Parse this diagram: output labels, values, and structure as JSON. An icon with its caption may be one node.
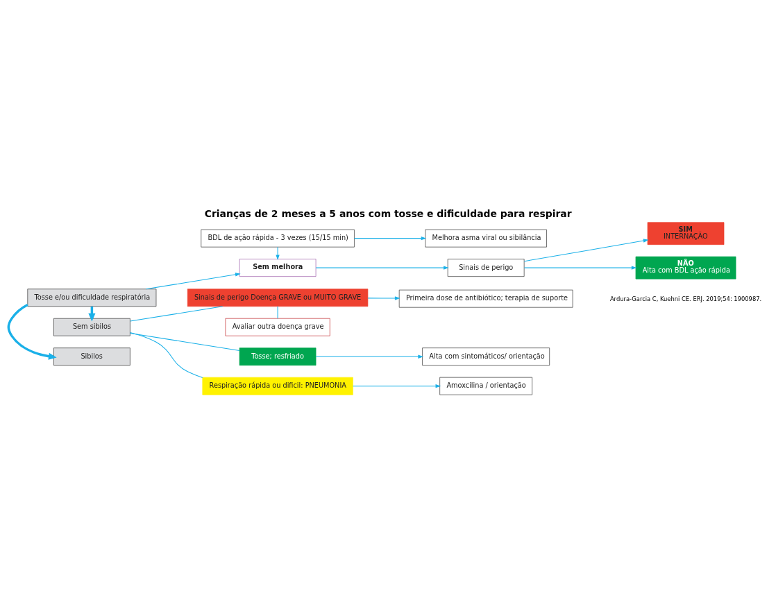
{
  "diagram": {
    "title": "Crianças de 2 meses a 5 anos com tosse e dificuldade para respirar",
    "nodes": [
      {
        "text": [
          "Sibilos"
        ]
      },
      {
        "text": [
          "Tosse e/ou dificuldade respiratória"
        ]
      },
      {
        "text": [
          "Sem sibilos"
        ]
      },
      {
        "text": [
          "BDL de ação rápida - 3 vezes (15/15 min)"
        ]
      },
      {
        "text": [
          "Melhora asma viral ou sibilância"
        ]
      },
      {
        "text": [
          "Sem melhora"
        ]
      },
      {
        "text": [
          "Sinais de perigo"
        ]
      },
      {
        "text": [
          "NÃO",
          "Alta com BDL ação rápida"
        ]
      },
      {
        "text": [
          "SIM",
          "INTERNAÇÃO"
        ]
      },
      {
        "text": [
          "Tosse; resfriado"
        ]
      },
      {
        "text": [
          "Respiração rápida ou dificil: PNEUMONIA"
        ]
      },
      {
        "text": [
          "Sinais de perigo Doença GRAVE ou MUITO GRAVE"
        ]
      },
      {
        "text": [
          "Alta com sintomáticos/ orientação"
        ]
      },
      {
        "text": [
          "Amoxcilina / orientação"
        ]
      },
      {
        "text": [
          "Primeira dose de antibiótico; terapia de suporte"
        ]
      },
      {
        "text": [
          "Avaliar outra doença grave"
        ]
      }
    ],
    "edges": [
      {
        "from": 1,
        "to": 0,
        "arrow": "to",
        "style": "thick"
      },
      {
        "from": 1,
        "to": 2,
        "arrow": "to",
        "style": "thick"
      },
      {
        "from": 1,
        "to": 5,
        "arrow": "to"
      },
      {
        "from": 3,
        "to": 4,
        "arrow": "to"
      },
      {
        "from": 3,
        "to": 5,
        "arrow": "to"
      },
      {
        "from": 5,
        "to": 6,
        "arrow": "to"
      },
      {
        "from": 6,
        "to": 7,
        "arrow": "to"
      },
      {
        "from": 6,
        "to": 8,
        "arrow": "to"
      },
      {
        "from": 2,
        "to": 9,
        "arrow": "none"
      },
      {
        "from": 2,
        "to": 10,
        "arrow": "none"
      },
      {
        "from": 2,
        "to": 11,
        "arrow": "none"
      },
      {
        "from": 9,
        "to": 12,
        "arrow": "to"
      },
      {
        "from": 10,
        "to": 13,
        "arrow": "to"
      },
      {
        "from": 11,
        "to": 14,
        "arrow": "to"
      },
      {
        "from": 11,
        "to": 15,
        "arrow": "none"
      }
    ],
    "labels": [
      "Ardura-Garcia C, Kuehni CE. ERJ. 2019;54: 1900987."
    ]
  }
}
